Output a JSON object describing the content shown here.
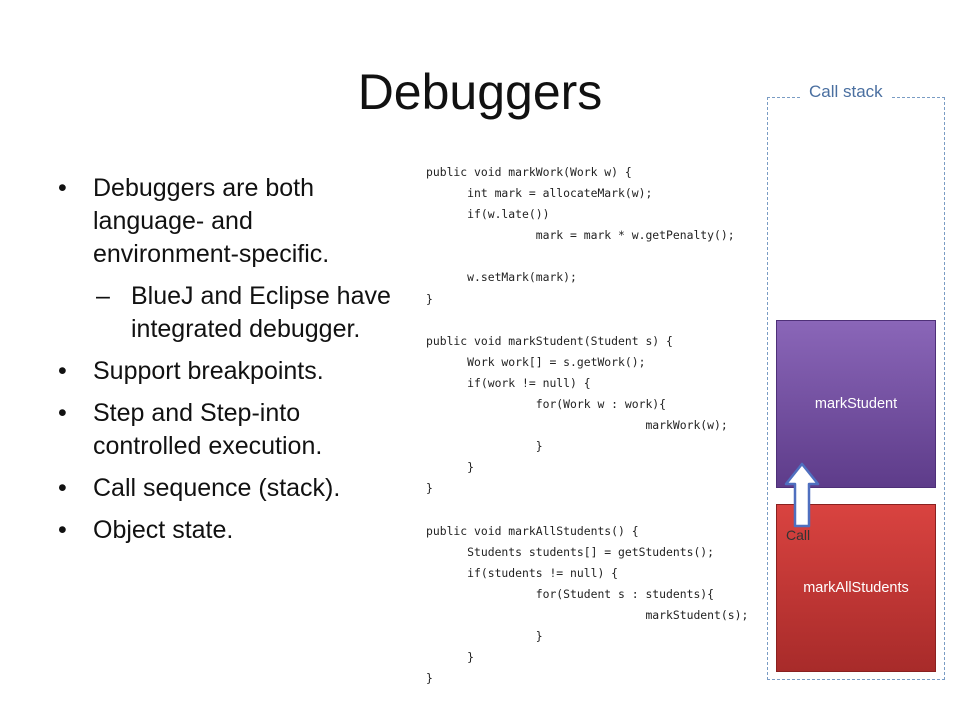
{
  "slide": {
    "title": "Debuggers",
    "bullets": [
      {
        "text": "Debuggers are both language- and environment-specific."
      },
      {
        "text": "BlueJ and Eclipse have integrated debugger.",
        "level": 2
      },
      {
        "text": "Support breakpoints."
      },
      {
        "text": "Step and Step-into controlled execution."
      },
      {
        "text": "Call sequence (stack)."
      },
      {
        "text": "Object state."
      }
    ],
    "bullet_symbol": "•",
    "dash_symbol": "–",
    "code": "public void markWork(Work w) {\n      int mark = allocateMark(w);\n      if(w.late())\n                mark = mark * w.getPenalty();\n\n      w.setMark(mark);\n}\n\npublic void markStudent(Student s) {\n      Work work[] = s.getWork();\n      if(work != null) {\n                for(Work w : work){\n                                markWork(w);\n                }\n      }\n}\n\npublic void markAllStudents() {\n      Students students[] = getStudents();\n      if(students != null) {\n                for(Student s : students){\n                                markStudent(s);\n                }\n      }\n}",
    "call_stack": {
      "label": "Call stack",
      "frames": [
        {
          "name": "markStudent",
          "color": "#7251a0"
        },
        {
          "name": "markAllStudents",
          "color": "#c03836"
        }
      ],
      "call_label": "Call",
      "arrow_color": "#4f6fbf"
    }
  }
}
